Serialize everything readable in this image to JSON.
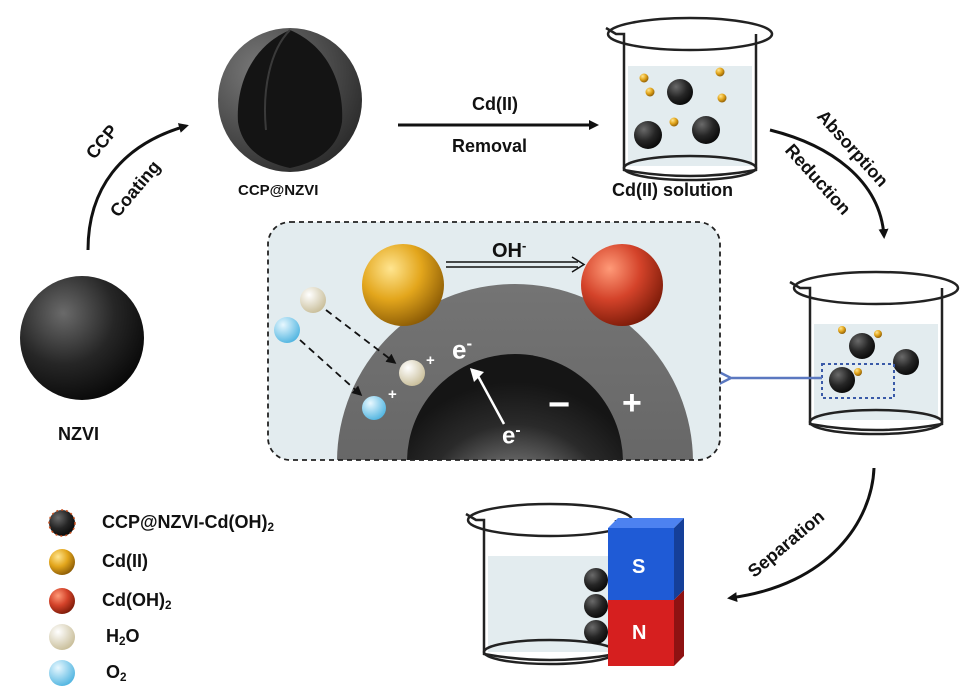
{
  "labels": {
    "nzvi": "NZVI",
    "ccp_nzvi": "CCP@NZVI",
    "cd_solution": "Cd(II) solution",
    "ccp": "CCP",
    "coating": "Coating",
    "cd_ii": "Cd(II)",
    "removal": "Removal",
    "absorption": "Absorption",
    "reduction": "Reduction",
    "separation": "Separation",
    "magnet_s": "S",
    "magnet_n": "N"
  },
  "mechanism": {
    "oh_base": "OH",
    "oh_sup": "-",
    "e_base": "e",
    "e_sup": "-",
    "minus": "−",
    "plus": "+",
    "ion_plus": "+"
  },
  "legend": {
    "item1_base": "CCP@NZVI-Cd(OH)",
    "item1_sub": "2",
    "item2": "Cd(II)",
    "item3_base": "Cd(OH)",
    "item3_sub": "2",
    "item4_pre": "H",
    "item4_sub": "2",
    "item4_post": "O",
    "item5_pre": "O",
    "item5_sub": "2"
  },
  "colors": {
    "cd_ii": "#e8b020",
    "cd_oh2": "#d8452a",
    "h2o": "#ece4c8",
    "o2": "#8fd4f0",
    "magnet_s": "#1f5bd6",
    "magnet_n": "#d61f1f",
    "arrow_blue": "#5b78c0",
    "solution": "#e3ecef"
  }
}
